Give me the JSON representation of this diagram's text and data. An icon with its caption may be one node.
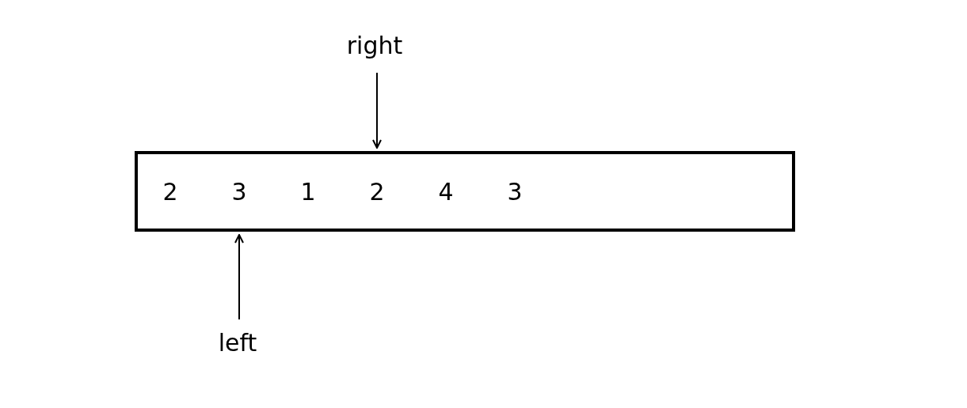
{
  "diagram": {
    "nodes": [
      {
        "text": [
          "right"
        ]
      },
      {
        "text": [],
        "shape": "box"
      },
      {
        "text": [
          "2"
        ],
        "in": 1
      },
      {
        "text": [
          "3"
        ],
        "in": 1
      },
      {
        "text": [
          "1"
        ],
        "in": 1
      },
      {
        "text": [
          "2"
        ],
        "in": 1
      },
      {
        "text": [
          "4"
        ],
        "in": 1
      },
      {
        "text": [
          "3"
        ],
        "in": 1
      },
      {
        "text": [
          "left"
        ]
      }
    ],
    "edges": [
      {
        "from": 0,
        "to": 5,
        "arrow": "to"
      },
      {
        "from": 8,
        "to": 3,
        "arrow": "to"
      }
    ]
  }
}
